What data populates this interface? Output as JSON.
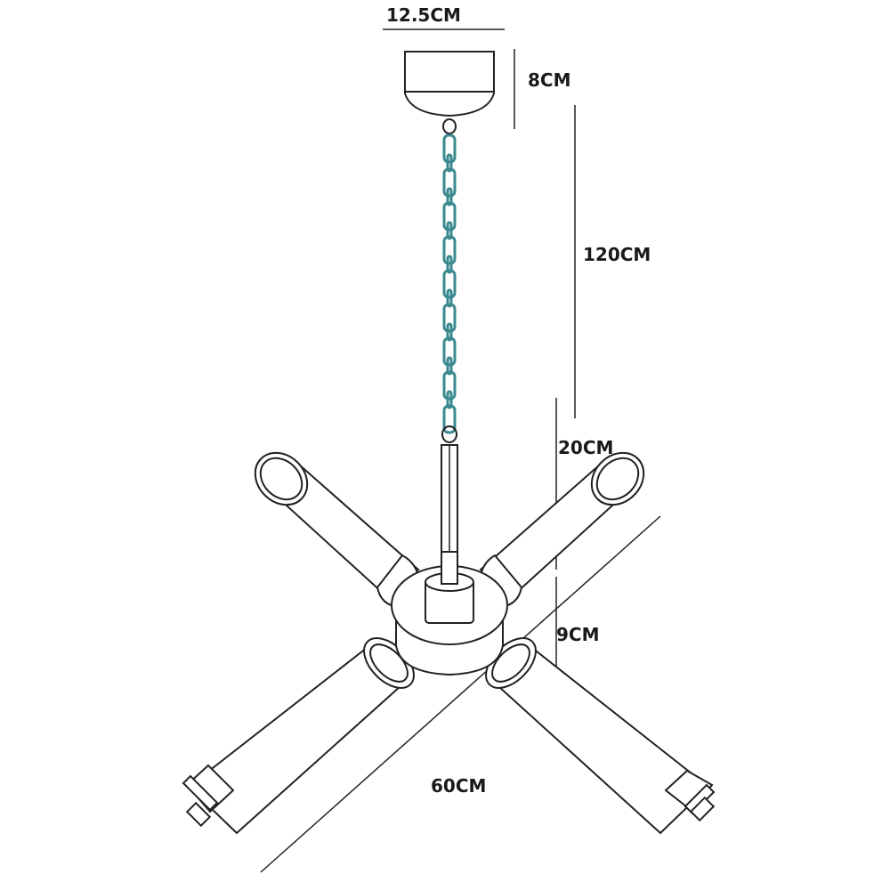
{
  "dimensions": {
    "canopy_width": "12.5CM",
    "canopy_height": "8CM",
    "chain_length": "120CM",
    "arm_length": "20CM",
    "body_height": "9CM",
    "total_span": "60CM"
  },
  "colors": {
    "chain": "#3a8a8f",
    "line": "#222222",
    "text": "#1a1a1a"
  }
}
